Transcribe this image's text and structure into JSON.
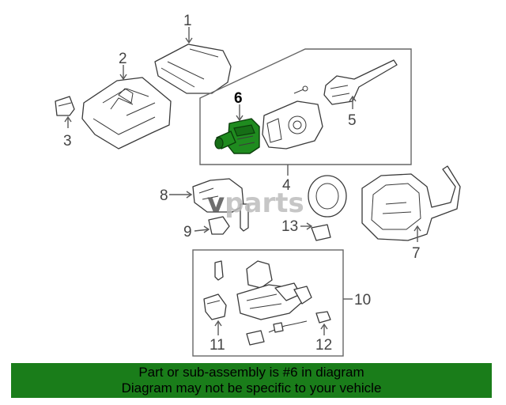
{
  "callouts": {
    "n1": "1",
    "n2": "2",
    "n3": "3",
    "n4": "4",
    "n5": "5",
    "n6": "6",
    "n7": "7",
    "n8": "8",
    "n9": "9",
    "n10": "10",
    "n11": "11",
    "n12": "12",
    "n13": "13"
  },
  "highlighted_part": "6",
  "watermark": {
    "prefix": "v",
    "brand": "parts"
  },
  "banner": {
    "line1": "Part or sub-assembly is #6 in diagram",
    "line2": "Diagram may not be specific to your vehicle"
  },
  "colors": {
    "highlight": "#1f8b1f",
    "banner": "#1a7d1a",
    "lines": "#3a3a3a"
  }
}
